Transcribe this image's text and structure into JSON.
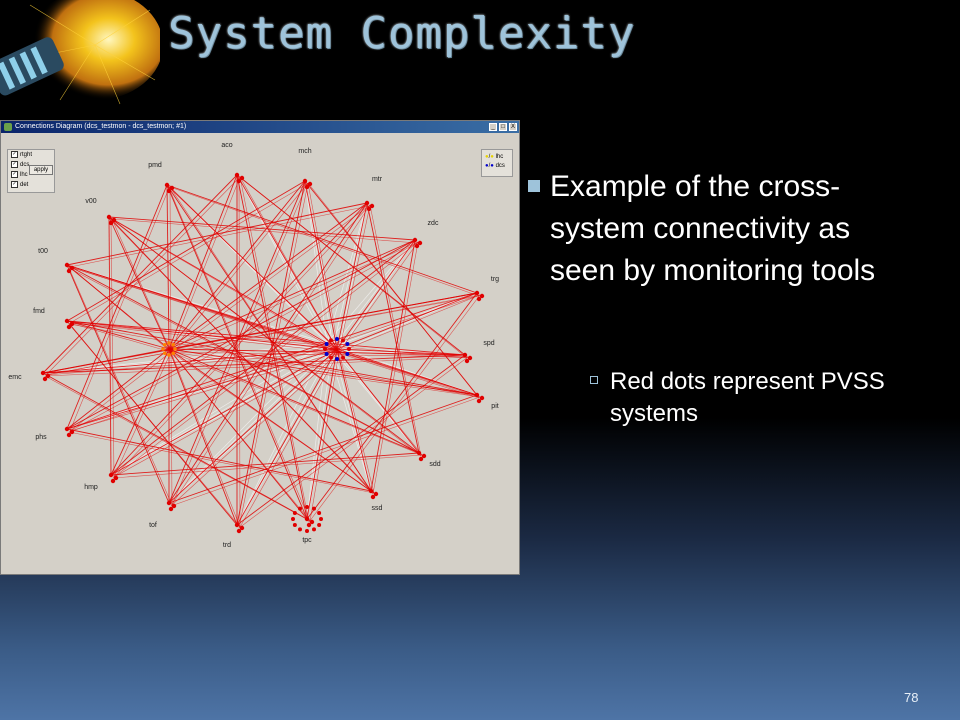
{
  "slide": {
    "title": "System Complexity",
    "page_number": "78"
  },
  "window": {
    "title": "Connections Diagram (dcs_testmon - dcs_testmon; #1)",
    "controls": [
      "_",
      "□",
      "X"
    ],
    "checkboxes": [
      {
        "label": "rtght",
        "checked": true
      },
      {
        "label": "dcs",
        "checked": true
      },
      {
        "label": "lhc",
        "checked": true
      },
      {
        "label": "det",
        "checked": true
      }
    ],
    "apply_label": "apply",
    "legend": [
      {
        "label": "lhc",
        "color": "#e6d200"
      },
      {
        "label": "dcs",
        "color": "#0000cc"
      }
    ]
  },
  "diagram": {
    "nodes": [
      "aco",
      "mch",
      "mtr",
      "zdc",
      "trg",
      "spd",
      "pit",
      "sdd",
      "ssd",
      "tpc",
      "trd",
      "tof",
      "hmp",
      "phs",
      "emc",
      "fmd",
      "t00",
      "v00",
      "pmd"
    ],
    "hub_left_color": "#ff8000",
    "hub_right_color": "#0000cc",
    "link_color": "#e00000"
  },
  "bullets": {
    "main": "Example of the cross-system connectivity as seen by monitoring tools",
    "sub": "Red dots represent PVSS systems"
  },
  "colors": {
    "title": "#9ec3da",
    "bullet_square": "#9ec3da"
  }
}
